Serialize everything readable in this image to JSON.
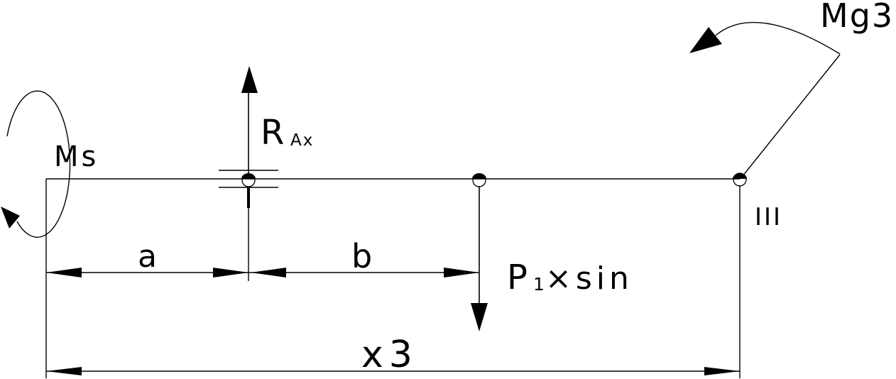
{
  "figure": {
    "type": "beam-load-free-body-diagram",
    "colors": {
      "line": "#000000",
      "background": "#ffffff"
    },
    "labels": {
      "moment_left": "Ms",
      "moment_right": "Mg3",
      "reaction_main": "R",
      "reaction_sub": "Ax",
      "force_main": "P",
      "force_sub": "1",
      "force_tail": "×sin",
      "dim_a": "a",
      "dim_b": "b",
      "dim_total": "x3",
      "section_mark": "III"
    }
  }
}
